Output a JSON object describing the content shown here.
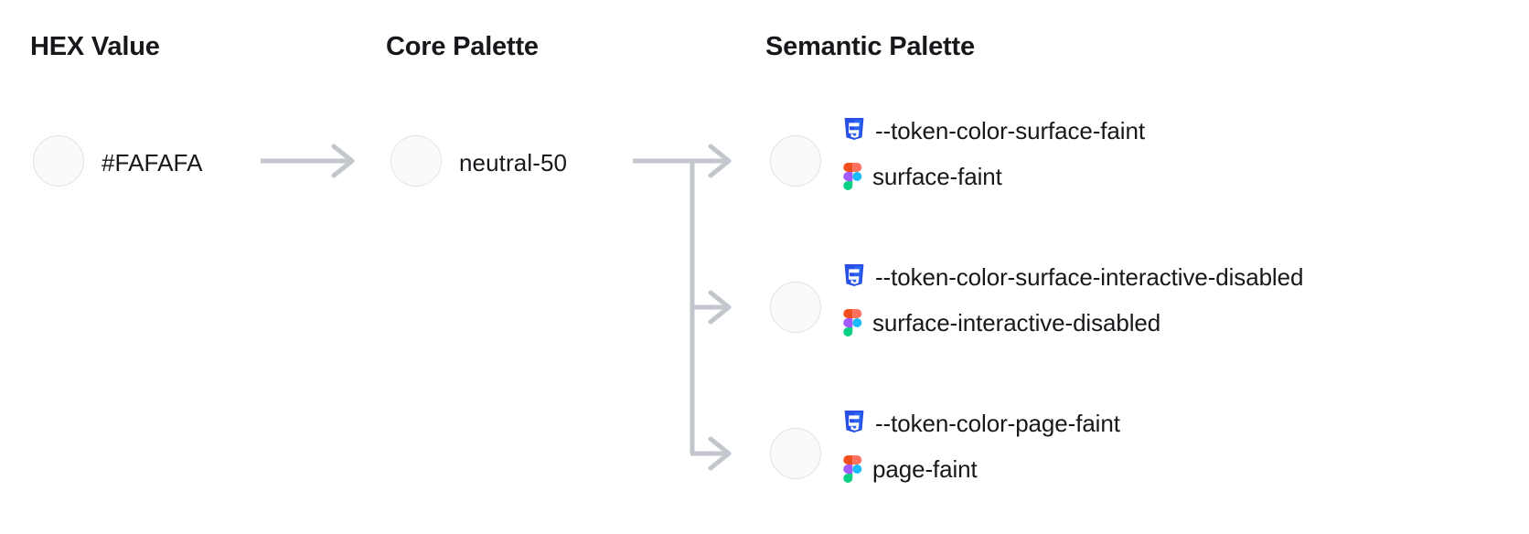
{
  "columns": {
    "hex": "HEX Value",
    "core": "Core Palette",
    "semantic": "Semantic Palette"
  },
  "hex": {
    "value": "#FAFAFA",
    "swatch_color": "#FAFAFA",
    "swatch_border": "#E3E3E8"
  },
  "core": {
    "value": "neutral-50",
    "swatch_color": "#FAFAFA"
  },
  "semantic": [
    {
      "css_token": "--token-color-surface-faint",
      "figma_token": "surface-faint",
      "swatch_color": "#FAFAFA"
    },
    {
      "css_token": "--token-color-surface-interactive-disabled",
      "figma_token": "surface-interactive-disabled",
      "swatch_color": "#FAFAFA"
    },
    {
      "css_token": "--token-color-page-faint",
      "figma_token": "page-faint",
      "swatch_color": "#FAFAFA"
    }
  ],
  "icons": {
    "css": "css3-icon",
    "figma": "figma-icon"
  },
  "colors": {
    "connector": "#C2C7CE",
    "text": "#17181C",
    "css_shield_dark": "#264DE4",
    "css_shield_light": "#2965F1",
    "figma_red": "#F24E1E",
    "figma_orange": "#FF7262",
    "figma_purple": "#A259FF",
    "figma_blue": "#1ABCFE",
    "figma_green": "#0ACF83",
    "background": "#FFFFFF"
  }
}
